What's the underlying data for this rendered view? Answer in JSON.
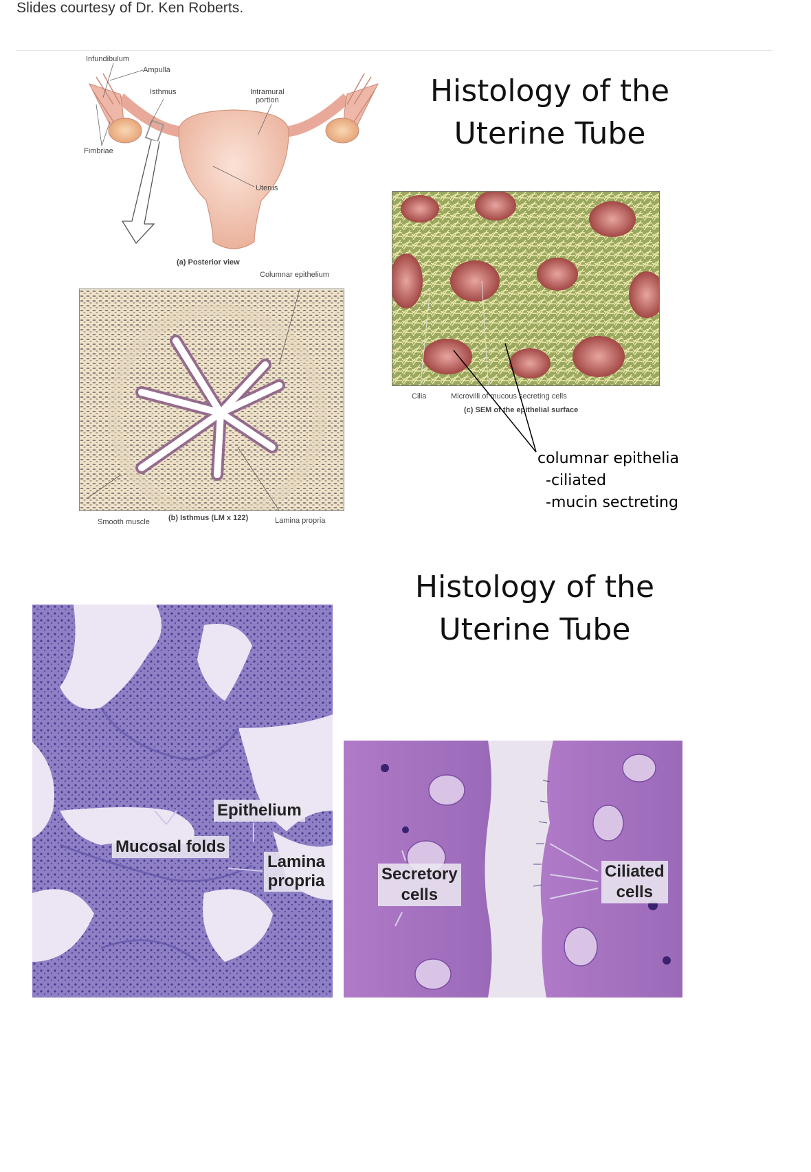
{
  "credit": "Slides courtesy of Dr. Ken Roberts.",
  "slide1": {
    "title_line1": "Histology of the",
    "title_line2": "Uterine Tube",
    "diagram_labels": {
      "infundibulum": "Infundibulum",
      "ampulla": "Ampulla",
      "isthmus": "Isthmus",
      "intramural_1": "Intramural",
      "intramural_2": "portion",
      "fimbriae": "Fimbriae",
      "uterus": "Uterus",
      "caption_a": "(a) Posterior view"
    },
    "lm_labels": {
      "columnar_epithelium": "Columnar epithelium",
      "smooth_muscle": "Smooth muscle",
      "caption_b": "(b) Isthmus (LM x 122)",
      "lamina_propria": "Lamina propria"
    },
    "sem_labels": {
      "cilia": "Cilia",
      "microvilli": "Microvilli of mucous secreting cells",
      "caption_c": "(c) SEM of the epithelial surface"
    },
    "annotation": {
      "line1": "columnar epithelia",
      "line2": "-ciliated",
      "line3": "-mucin sectreting"
    }
  },
  "slide2": {
    "title_line1": "Histology of the",
    "title_line2": "Uterine Tube",
    "left_labels": {
      "epithelium": "Epithelium",
      "mucosal_folds": "Mucosal folds",
      "lamina": "Lamina",
      "propria": "propria"
    },
    "right_labels": {
      "secretory_1": "Secretory",
      "secretory_2": "cells",
      "ciliated_1": "Ciliated",
      "ciliated_2": "cells"
    }
  },
  "colors": {
    "he_purple": "#8f7fc4",
    "he_light": "#ece6f4",
    "tissue_pink": "#f2c8b8",
    "sem_yellow": "#d8d48a",
    "sem_red": "#c2605e"
  }
}
